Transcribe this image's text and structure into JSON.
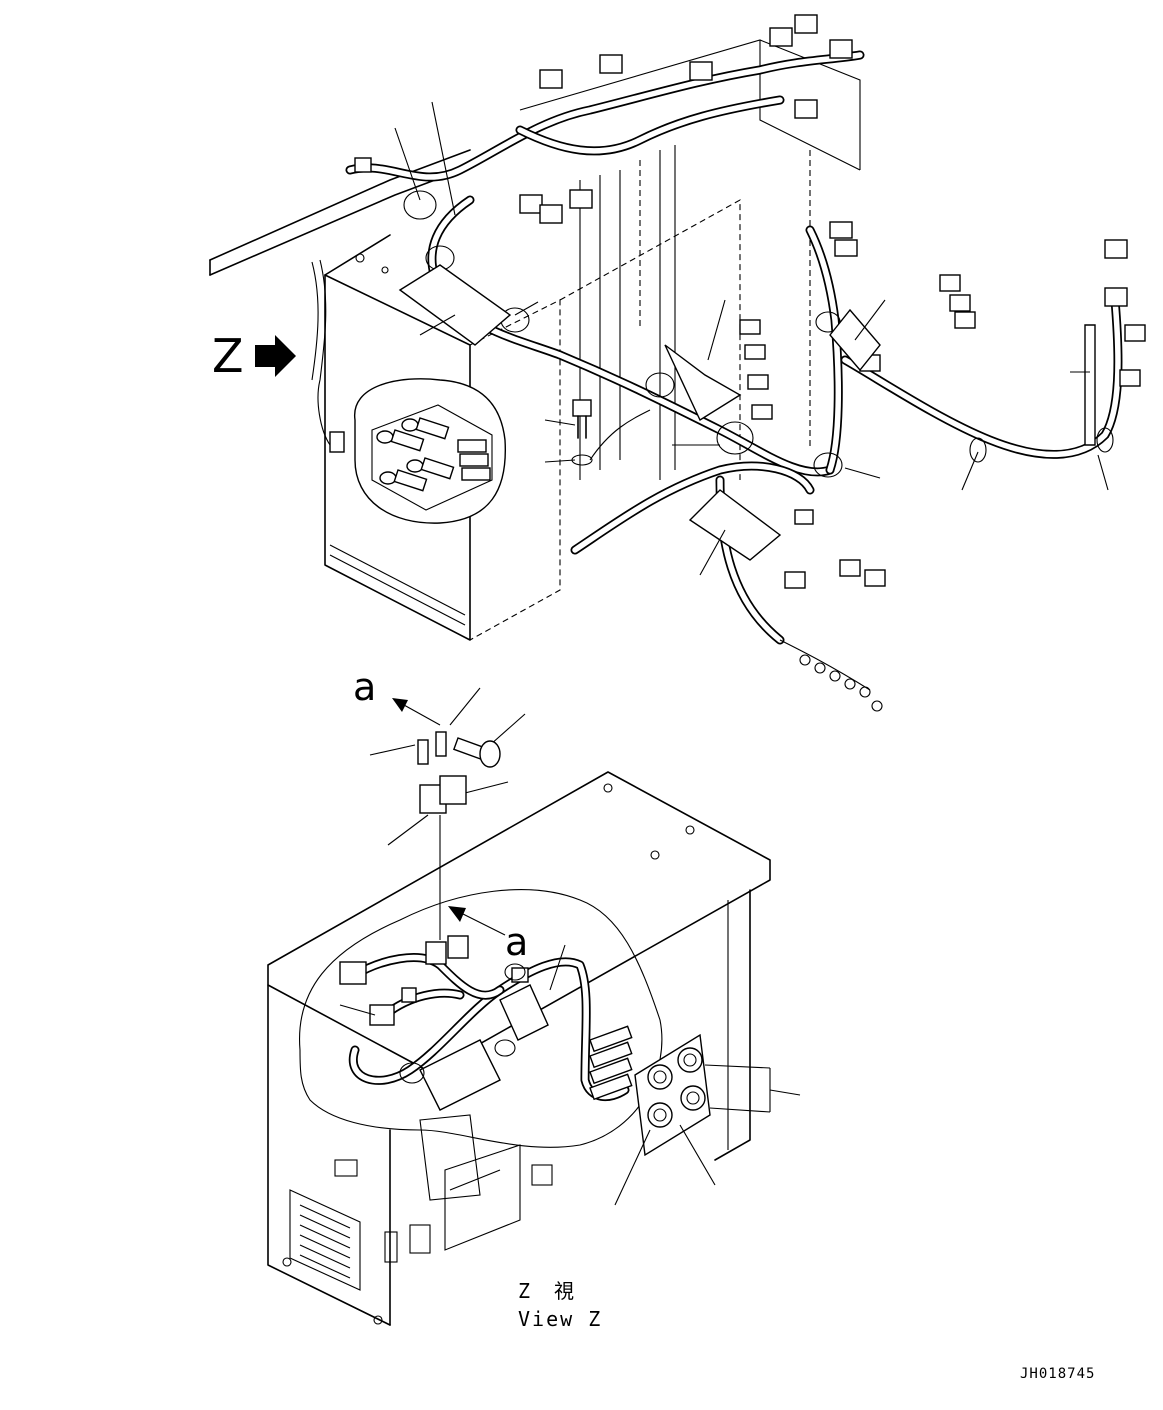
{
  "labels": {
    "view_arrow": "Z",
    "detail_arrow_top": "a",
    "detail_arrow_bottom": "a",
    "view_caption_jp": "Z　視",
    "view_caption_en": "View Z",
    "drawing_code": "JH018745"
  }
}
